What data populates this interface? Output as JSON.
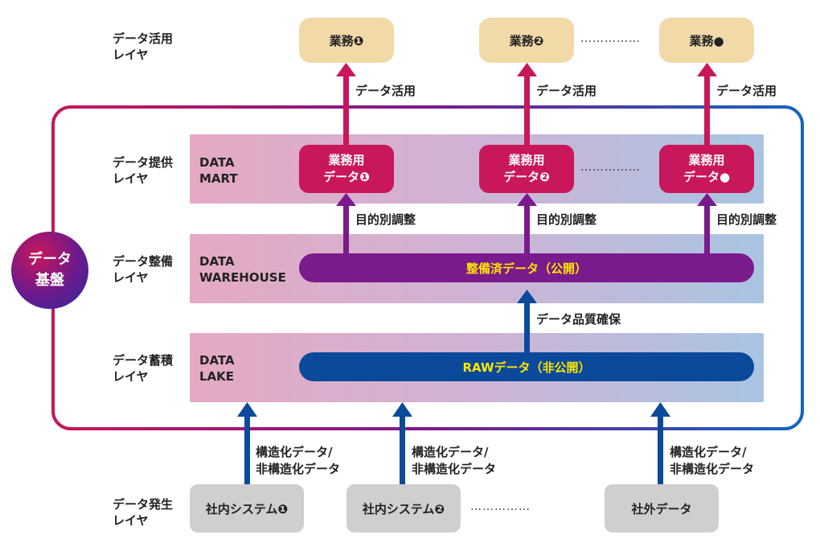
{
  "layers": {
    "usage": "データ活用\nレイヤ",
    "mart": "データ提供\nレイヤ",
    "warehouse": "データ整備\nレイヤ",
    "lake": "データ蓄積\nレイヤ",
    "source": "データ発生\nレイヤ"
  },
  "tech": {
    "mart": "DATA\nMART",
    "warehouse": "DATA\nWAREHOUSE",
    "lake": "DATA\nLAKE"
  },
  "platform_badge": {
    "line1": "データ",
    "line2": "基盤"
  },
  "business": [
    "業務❶",
    "業務❷",
    "業務●"
  ],
  "usage_arrow_label": "データ活用",
  "mart_items": [
    {
      "line1": "業務用",
      "line2": "データ❶"
    },
    {
      "line1": "業務用",
      "line2": "データ❷"
    },
    {
      "line1": "業務用",
      "line2": "データ●"
    }
  ],
  "adjust_label": "目的別調整",
  "warehouse_pill": "整備済データ（公開）",
  "quality_label": "データ品質確保",
  "lake_pill": "RAWデータ（非公開）",
  "ingest_label": "構造化データ/\n非構造化データ",
  "sources": [
    "社内システム❶",
    "社内システム❷",
    "社外データ"
  ],
  "ellipsis": "……………",
  "colors": {
    "frame_left": "#c8175a",
    "frame_right": "#1565c0",
    "mart_box": "#c8175a",
    "usage_arrow": "#c8175a",
    "adjust_arrow": "#7b1a8c",
    "warehouse_pill": "#7b1a8c",
    "quality_arrow": "#0b4a9b",
    "lake_pill": "#0b4a9b",
    "ingest_arrow": "#0b4a9b",
    "pill_text": "#ffe600",
    "business_box": "#f2d9a8",
    "source_box": "#cfcfcf"
  }
}
